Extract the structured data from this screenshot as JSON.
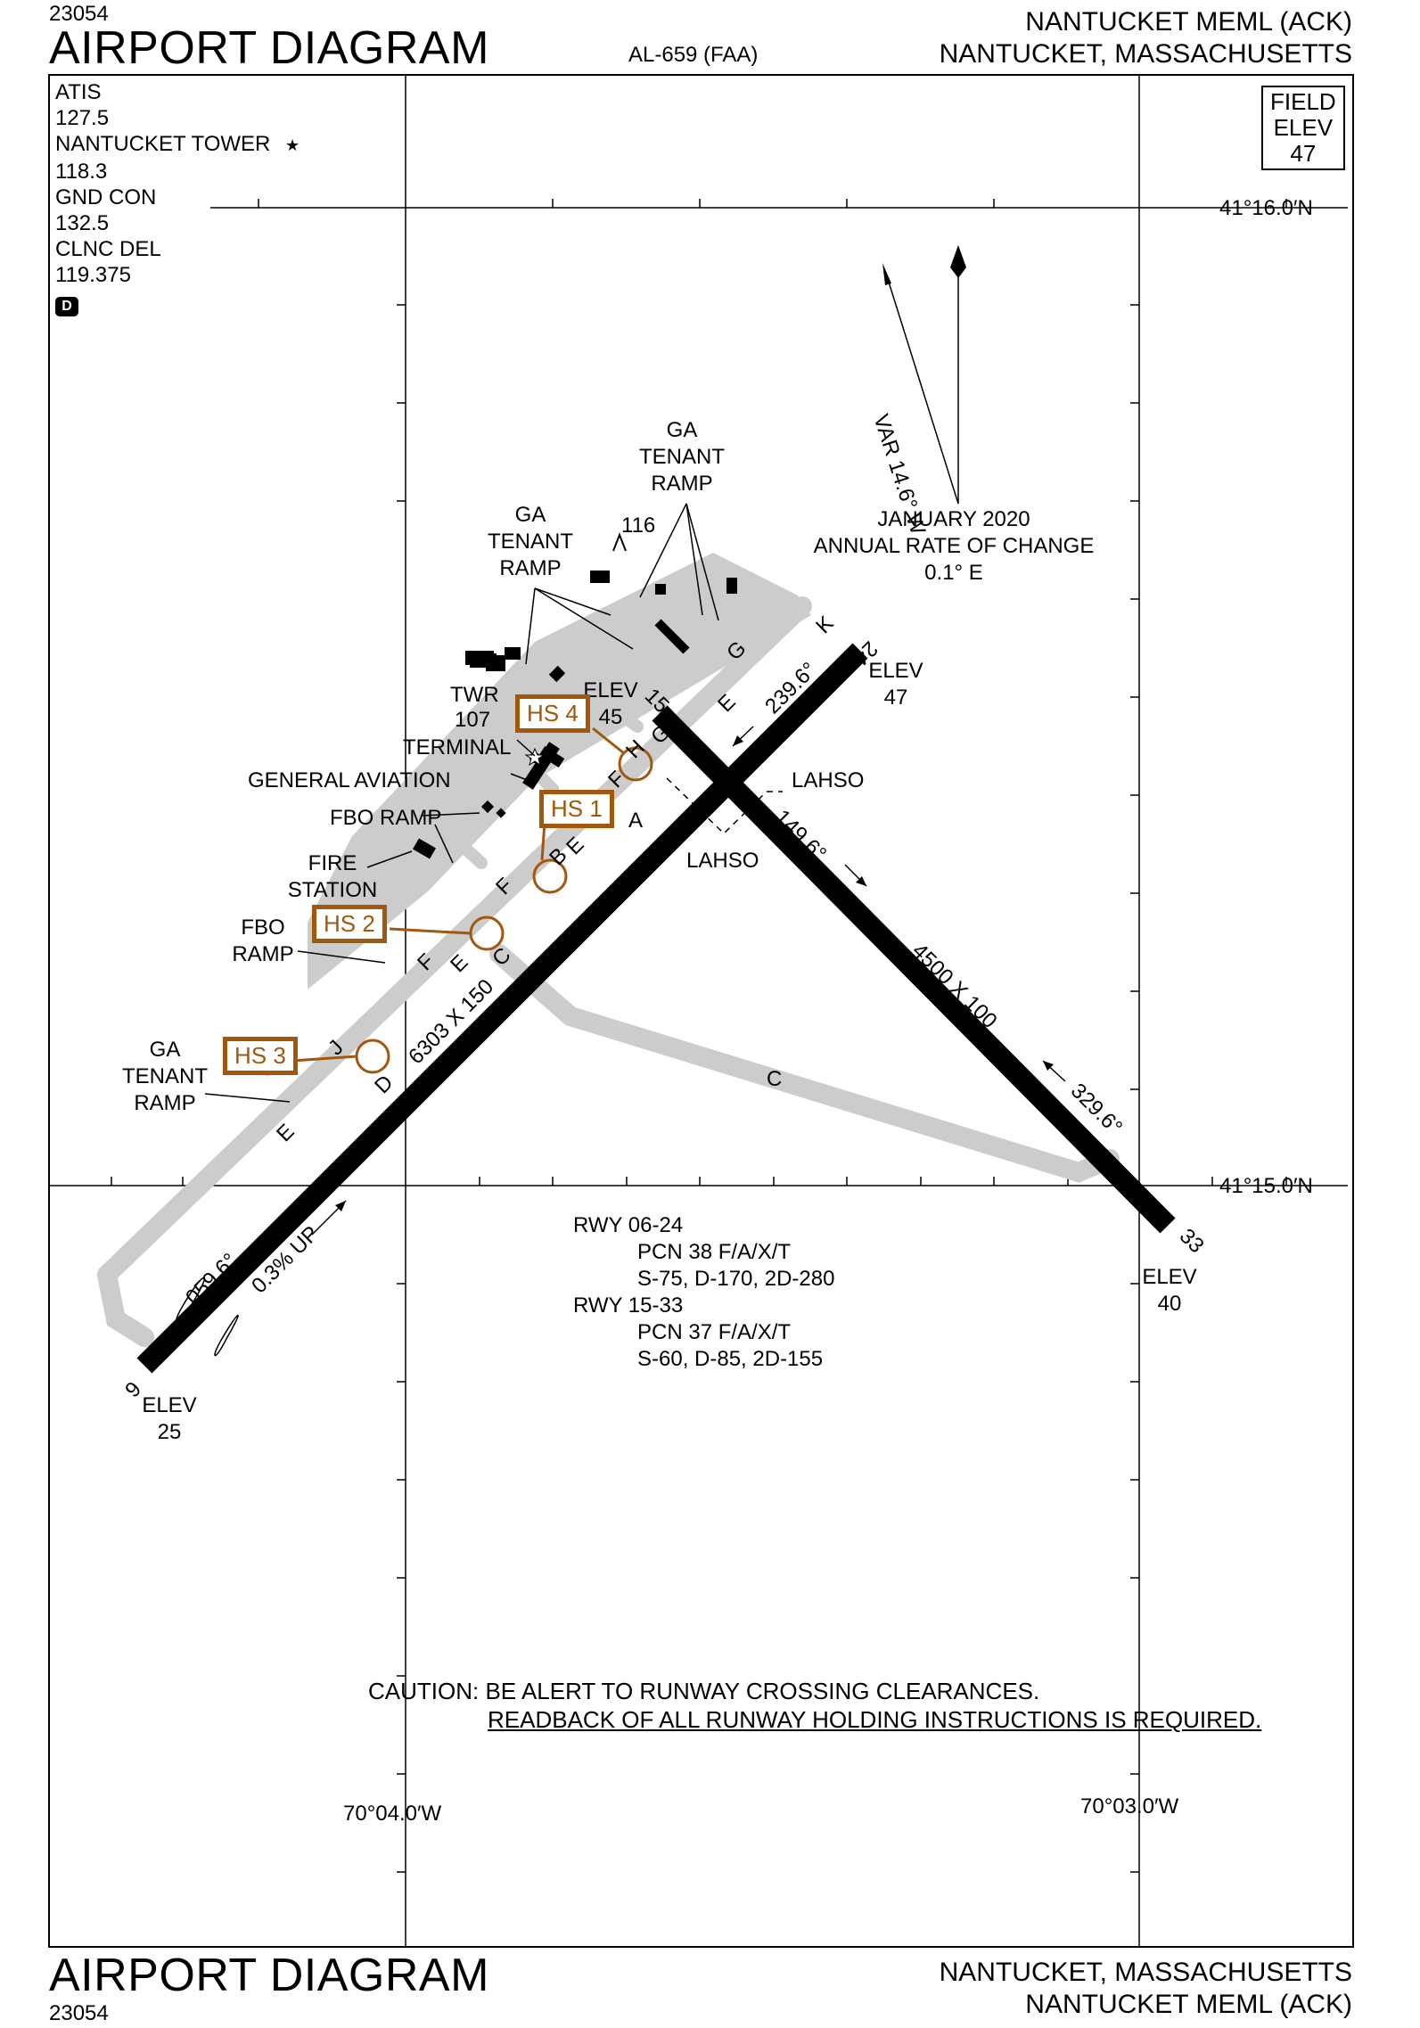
{
  "header": {
    "doc_number_top": "23054",
    "title_top": "AIRPORT DIAGRAM",
    "procedure_id": "AL-659 (FAA)",
    "airport_name_top": "NANTUCKET MEML (ACK)",
    "location_top": "NANTUCKET, MASSACHUSETTS"
  },
  "footer": {
    "title_bottom": "AIRPORT DIAGRAM",
    "doc_number_bottom": "23054",
    "location_bottom": "NANTUCKET, MASSACHUSETTS",
    "airport_name_bottom": "NANTUCKET MEML (ACK)"
  },
  "frequencies": [
    {
      "name": "ATIS",
      "value": "127.5"
    },
    {
      "name": "NANTUCKET TOWER",
      "value": "118.3"
    },
    {
      "name": "GND CON",
      "value": "132.5"
    },
    {
      "name": "CLNC DEL",
      "value": "119.375"
    }
  ],
  "tower_star": "★",
  "class_d_badge": "D",
  "field_elev": {
    "line1": "FIELD",
    "line2": "ELEV",
    "value": "47"
  },
  "coordinates": {
    "lat_north": "41°16.0′N",
    "lat_south": "41°15.0′N",
    "lon_west": "70°04.0′W",
    "lon_east": "70°03.0′W"
  },
  "magnetic": {
    "variation_label": "VAR 14.6° W",
    "date": "JANUARY 2020",
    "rate_line": "ANNUAL RATE OF CHANGE",
    "rate_value": "0.1° E"
  },
  "runways": [
    {
      "id": "06-24",
      "dims": "6303 X 150",
      "end_a": "6",
      "end_b": "24",
      "heading_a": "059.6°",
      "heading_b": "239.6°",
      "gradient": "0.3% UP",
      "elev_a": "25",
      "elev_b": "47",
      "pcn": "PCN 38 F/A/X/T",
      "strength": "S-75, D-170, 2D-280"
    },
    {
      "id": "15-33",
      "dims": "4500 X 100",
      "end_a": "15",
      "end_b": "33",
      "heading_a": "149.6°",
      "heading_b": "329.6°",
      "elev_a": "45",
      "elev_b": "40",
      "pcn": "PCN 37 F/A/X/T",
      "strength": "S-60, D-85, 2D-155"
    }
  ],
  "runway_info_labels": {
    "rwy1": "RWY 06-24",
    "rwy2": "RWY 15-33"
  },
  "elev_word": "ELEV",
  "lahso": "LAHSO",
  "hot_spots": [
    "HS 1",
    "HS 2",
    "HS 3",
    "HS 4"
  ],
  "taxiways": [
    "A",
    "B",
    "C",
    "D",
    "E",
    "F",
    "G",
    "H",
    "J",
    "K"
  ],
  "facilities": {
    "ga_tenant_ramp_lines": [
      "GA",
      "TENANT",
      "RAMP"
    ],
    "fbo_ramp_lines": [
      "FBO",
      "RAMP"
    ],
    "fbo_ramp": "FBO RAMP",
    "twr_label": "TWR",
    "twr_height": "107",
    "terminal": "TERMINAL",
    "general_aviation": "GENERAL AVIATION",
    "fire_station_lines": [
      "FIRE",
      "STATION"
    ],
    "obstacle_height": "116",
    "obstacle_symbol": "Λ"
  },
  "caution": {
    "prefix": "CAUTION:",
    "line1": "BE ALERT TO RUNWAY CROSSING CLEARANCES.",
    "line2": "READBACK OF ALL RUNWAY HOLDING INSTRUCTIONS IS REQUIRED."
  },
  "colors": {
    "hot_spot": "#a2570d",
    "taxiway": "#cccccc",
    "runway": "#000000"
  }
}
